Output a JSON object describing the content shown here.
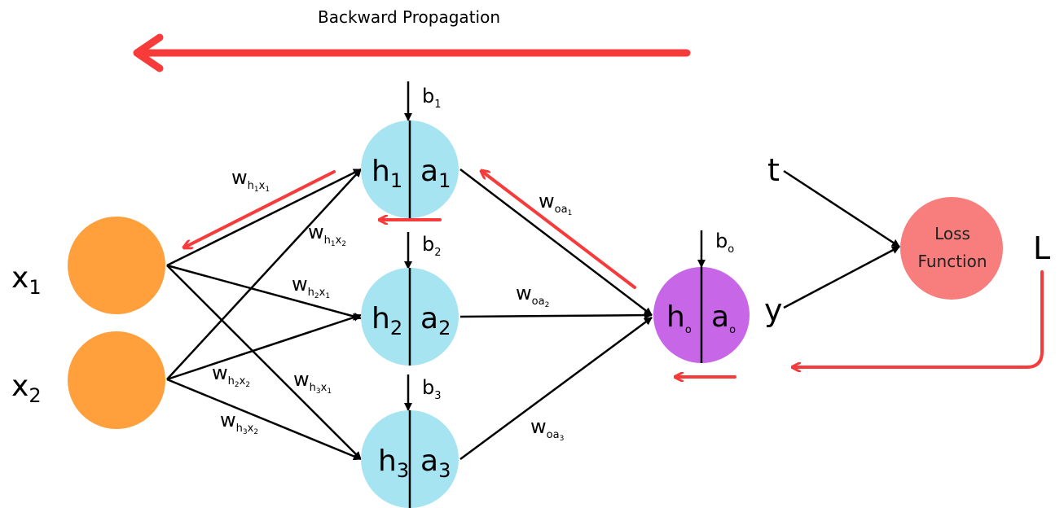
{
  "title": "Backward Propagation",
  "colors": {
    "input_node": "#FFA03C",
    "hidden_node": "#A6E4F2",
    "output_node": "#C766E6",
    "loss_node": "#F77E7C",
    "backprop_arrow": "#F73B3B",
    "edge": "#000000"
  },
  "inputs": [
    {
      "base": "x",
      "sub": "1"
    },
    {
      "base": "x",
      "sub": "2"
    }
  ],
  "hidden": [
    {
      "h": "h",
      "a": "a",
      "sub": "1",
      "bias_base": "b",
      "bias_sub": "1"
    },
    {
      "h": "h",
      "a": "a",
      "sub": "2",
      "bias_base": "b",
      "bias_sub": "2"
    },
    {
      "h": "h",
      "a": "a",
      "sub": "3",
      "bias_base": "b",
      "bias_sub": "3"
    }
  ],
  "output": {
    "h": "h",
    "a": "a",
    "sub": "o",
    "bias_base": "b",
    "bias_sub": "o"
  },
  "weights_in": [
    {
      "base": "w",
      "s1": "h",
      "s1sub": "1",
      "s2": "x",
      "s2sub": "1"
    },
    {
      "base": "w",
      "s1": "h",
      "s1sub": "1",
      "s2": "x",
      "s2sub": "2"
    },
    {
      "base": "w",
      "s1": "h",
      "s1sub": "2",
      "s2": "x",
      "s2sub": "1"
    },
    {
      "base": "w",
      "s1": "h",
      "s1sub": "2",
      "s2": "x",
      "s2sub": "2"
    },
    {
      "base": "w",
      "s1": "h",
      "s1sub": "3",
      "s2": "x",
      "s2sub": "1"
    },
    {
      "base": "w",
      "s1": "h",
      "s1sub": "3",
      "s2": "x",
      "s2sub": "2"
    }
  ],
  "weights_out": [
    {
      "base": "w",
      "s1": "oa",
      "s1sub": "1"
    },
    {
      "base": "w",
      "s1": "oa",
      "s1sub": "2"
    },
    {
      "base": "w",
      "s1": "oa",
      "s1sub": "3"
    }
  ],
  "target_label": "t",
  "prediction_label": "y",
  "loss_node_lines": [
    "Loss",
    "Function"
  ],
  "loss_label": "L"
}
